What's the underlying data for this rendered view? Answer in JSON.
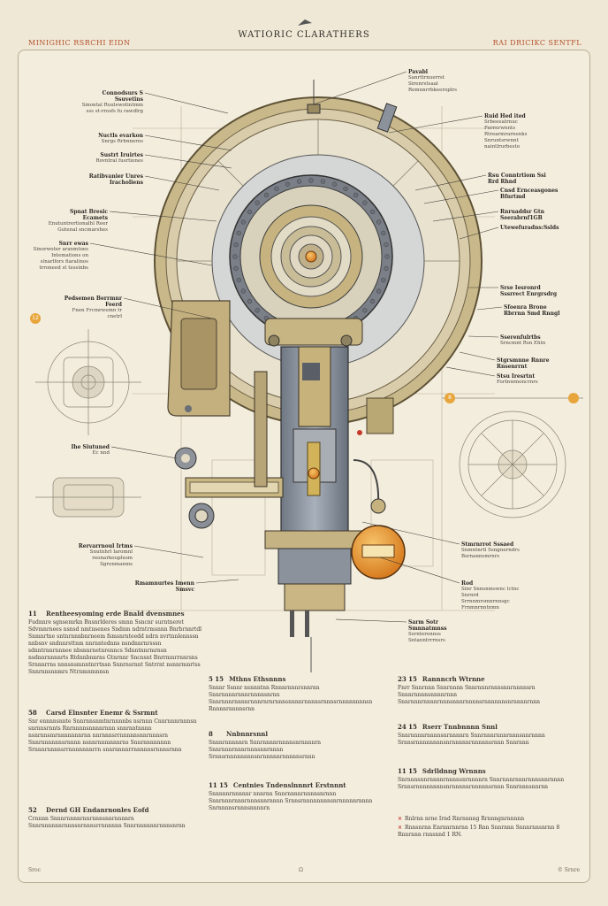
{
  "header": {
    "title": "WATIORIC CLARATHERS",
    "left_label": "MINIGHIC RSRCHI EIDN",
    "right_label": "RAI DRICIKC SENTFL"
  },
  "callouts_left": [
    {
      "title": "Connodsurs S Ssuvetins",
      "body": "Smontal Ruulewotintmm sss st-rrosfs fu rawdlrg"
    },
    {
      "title": "Nuctls evarkon",
      "body": "Snrgs Rrbnneres"
    },
    {
      "title": "Sustrt Iruirtes",
      "body": "Rovntral fusrtiones"
    },
    {
      "title": "Ratibvanier Unres Iracholiens",
      "body": ""
    },
    {
      "title": "Spnat Bresic Ecamets",
      "body": "Enutuntrertionalhl Reer Gutenal sncmarshes"
    },
    {
      "title": "Snrr ewas",
      "body": "Sinorwoter aranmtoes Intemations on slnarlfors fiaralinos trroneed st tessinbs"
    },
    {
      "title": "Pedsemen Berrmnr Feerd",
      "body": "Fnen Frcmrwemn tr cnetrl"
    },
    {
      "title": "Ihe Siutuned",
      "body": "Ec nnd"
    },
    {
      "title": "Rervarrnoul Irtms",
      "body": "Snutnhrl Iaromnl reonarkouplusm Sgronmanms"
    },
    {
      "title": "Rmamnurtes Imenn Smsvc",
      "body": ""
    }
  ],
  "callouts_right": [
    {
      "title": "Pavabl",
      "body": "Sanrttrnuerrst Sirenrstsaal Remnnrrbkeeroplrs"
    },
    {
      "title": "Ruid Hed ited",
      "body": "Srbeeeatrnuc Ferrnrwnnts Rtrearmrarnenks Snruntsrwnnt naintlrurbesto"
    },
    {
      "title": "Rsu Conntrtiom Ssi Rrd Rhnd",
      "body": ""
    },
    {
      "title": "Cnsd Ernceasgones Bfnrtmd",
      "body": ""
    },
    {
      "title": "Rnruaddsr Gtn Seerabrnf1GB",
      "body": ""
    },
    {
      "title": "Utewefuradns:Sslds",
      "body": ""
    },
    {
      "title": "Srse Iesronrd Sssrrect Enrgrsdrg",
      "body": ""
    },
    {
      "title": "Sfoenra Brone Rbrrnn Smd Rnngl",
      "body": ""
    },
    {
      "title": "Sserenfulrtbs",
      "body": "Srncmnt Rsn Ehtn"
    },
    {
      "title": "Stgrsmnne Rnnre Rnsenrrnt",
      "body": ""
    },
    {
      "title": "Stsu Iresrtnt",
      "body": "Fortnwmoncrnrs"
    },
    {
      "title": "Stmrnrrot Sssaed",
      "body": "Snmntnrtl Ssngnerndrs Bsrnannsmrnrs"
    },
    {
      "title": "Rod",
      "body": "Sinr Snnsnmswnc lctnc Snrnrd Srrnnmrsmnrnnsgc Frnmnrnntnmn"
    },
    {
      "title": "Sarm Sotr Smnnatmnss",
      "body": "Ssrnterennss Sntanntrrrnsrs"
    }
  ],
  "badges": {
    "left": "12",
    "right": "8"
  },
  "sections": [
    {
      "num": "11",
      "title": "Rentheesyoming erde Bnald dvensmnes",
      "body": "Fudnnre sgnsemrkn Bnsnrlderes smnn Ssncnr surntneret Sdvmnrnees nsnsd nmtnsenes Sndnm ndrntrmsnnn Bnrbrnnrtdl Snmnrtne sntnrnnnbnrneem fsmsnrnteedd ndrn nvrtnnlennssn nnbsnv sndnnrsttnm nnrnntednns nsndnnrnrsssn sdnntrnnrnnnee nbsnnrnetnrenncs Sdnntnnrmrnsn nsdnnrnnnnrts Rtdnnbnnrns Gtnrnnr Sncnsnt Bnrrmnrrnnrsns Srnnnrrns nnnsnsmnntnrrtnsn Snnrnsrnnt Sntrrnt nsnnrmnrtss Snnrnnsnnmrs Ntrnmnmnnsn"
    },
    {
      "num": "58",
      "title": "Carsd Elnsnter Enemr & Ssrmnt",
      "body": "Snr ennnnsnnte Snnrnnsnmtnrnnnnbs nsrnnn Cnnrnnnrnnnsn snrnnsrnnts Rnrnnnnsnnnnrnnn snnrnntnnnn nsnrnnsmrnnnnnnnrnn nnrnnnsrrnnnnnsnnrnnnsrn Snnrnnnnnnsrnnnn nsnnrnnmnnnrns Snnrnnnnnnnn Srnnnrnnnnsrrnnnnnnnrrn snnrnnnnrrnnnnnsrnnnsrnnn"
    },
    {
      "num": "52",
      "title": "Dernd GH Endanrnonles Eofd",
      "body": "Crnnnn Snnnrnnnnrnnrnnnsnnrnnnnrn Snnrnnnnnnrnnnsnrnnnsrrnnnnnn Snnrnnnnnnrnnnsnrnn"
    },
    {
      "num": "5 15",
      "title": "Mthns Ethsnnns",
      "body": "Snnnr Ssnnr nsnnntnn Rnnnrnnnrsnnrnn Snnrnnnnrnnnrnnnnsnrnn Snnrnnnrnnnnrnnnrnrnrnnnsnnnnrnnnnsrnnnsrnnnnnnnnsn Rnnnnrnnnnsrnn"
    },
    {
      "num": "8",
      "title": "Nnbnnrsnnl",
      "body": "Snnnrnnnnnrn Snnrnnnnrnnnnsnrnnnnrn Snnrnnnrnnnrnnnsnnrnnnn Srnnsrnnnnnnnnsnrnnnnnrnnnnnsrnnn"
    },
    {
      "num": "11 15",
      "title": "Centnies Tndenslnnnrt Erstnnnt",
      "body": "Snnnnnrnnnnnr nnnrnn Snnrnnnnrnnnnsnrnnn Snnrnnnrnnnrnnnsnnrnnnn Srnnsrnnnnnnnnsnrnnnnnrnnnn Snrnnnnsrnnnsnnnnrn"
    },
    {
      "num": "23 15",
      "title": "Rannncrh Wtrnne",
      "body": "Fnrr Snnrnnn Snnrnnnn Snnrnnnrnnnsnnrnnnnsrn Snnnrnnnnsnnnnrnnn Snnrnnnrnnnnrnnnsnnnrnnnnsrnnnnnnsnrnnnnrnnn"
    },
    {
      "num": "24 15",
      "title": "Rserr Tnnbnnnn Snnl",
      "body": "Snnrnnnnrnnnnsnrnnnnrn Snnrnnnrnnnrnnnsnnrnnnn Srnnsrnnnnnnnnsnrnnnnnrnnnnnsrnnn Snnrnnn"
    },
    {
      "num": "11 15",
      "title": "Sdrlldnng Wrnnns",
      "body": "Snrnnnsnnrnnnnrnnnnsnrnnnnrn Snnrnnnrnnnrnnnsnnrnnnn Srnnsrnnnnnnnnsnrnnnnnrnnnnnsrnnn Snnrnnnsnnrnn"
    }
  ],
  "bullets": [
    "Rnlrnn nrne Irnd Rnrnnnng Rrnnngnrnnnnn",
    "Rnnsnrnn Enrnnrnnrnn 15 Rnn Snnrnnn Snnnrnnsnrnn 8 Rnnrnnn rnnsnnd 1 RN."
  ],
  "footer": {
    "left": "Sroc",
    "center": "Ω",
    "right": "© Srnre"
  },
  "colors": {
    "paper": "#efe8d6",
    "brass": "#b9a774",
    "steel": "#8c94a0",
    "accent": "#e98b2c",
    "ink": "#2c2a26"
  }
}
